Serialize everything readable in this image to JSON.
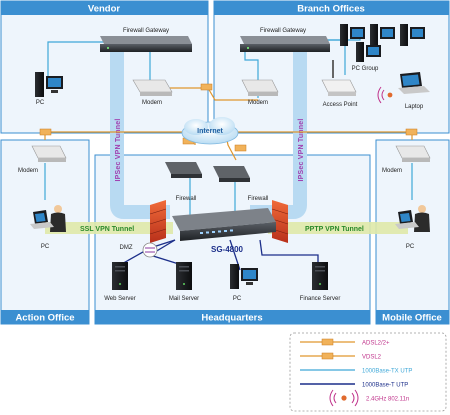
{
  "zones": {
    "vendor": "Vendor",
    "branch": "Branch Offices",
    "action": "Action Office",
    "headquarters": "Headquarters",
    "mobile": "Mobile Office"
  },
  "labels": {
    "vendor_gateway": "Firewall Gateway",
    "branch_gateway": "Firewall Gateway",
    "vendor_pc": "PC",
    "vendor_modem": "Modem",
    "branch_modem": "Modem",
    "access_point": "Access Point",
    "pc_group": "PC Group",
    "laptop": "Laptop",
    "internet": "Internet",
    "firewall_left": "Firewall",
    "firewall_right": "Firewall",
    "action_modem": "Modem",
    "action_pc": "PC",
    "mobile_modem": "Modem",
    "mobile_pc": "PC",
    "dmz": "DMZ",
    "device": "SG-4800",
    "web_server": "Web Server",
    "mail_server": "Mail Server",
    "hq_pc": "PC",
    "finance_server": "Finance Server"
  },
  "tunnels": {
    "ipsec_left": "IPSec VPN Tunnel",
    "ipsec_right": "IPSec VPN Tunnel",
    "ssl": "SSL VPN Tunnel",
    "pptp": "PPTP VPN Tunnel"
  },
  "legend": [
    {
      "badge": "ADSL",
      "label": "ADSL2/2+",
      "color": "#e0962e"
    },
    {
      "badge": "VDSL",
      "label": "VDSL2",
      "color": "#e0962e"
    },
    {
      "badge": "",
      "label": "1000Base-TX UTP",
      "color": "#3fa8d8"
    },
    {
      "badge": "",
      "label": "1000Base-T UTP",
      "color": "#1c2f8a"
    },
    {
      "badge": "",
      "label": "2.4GHz 802.11n",
      "color": "#c0348c"
    }
  ],
  "colors": {
    "zone_header": "#3b8fd1",
    "zone_fill": "#eef5fc",
    "tunnel": "#b8daf2",
    "link_light": "#3fa8d8",
    "link_dark": "#1c2f8a",
    "adsl": "#e0962e"
  }
}
